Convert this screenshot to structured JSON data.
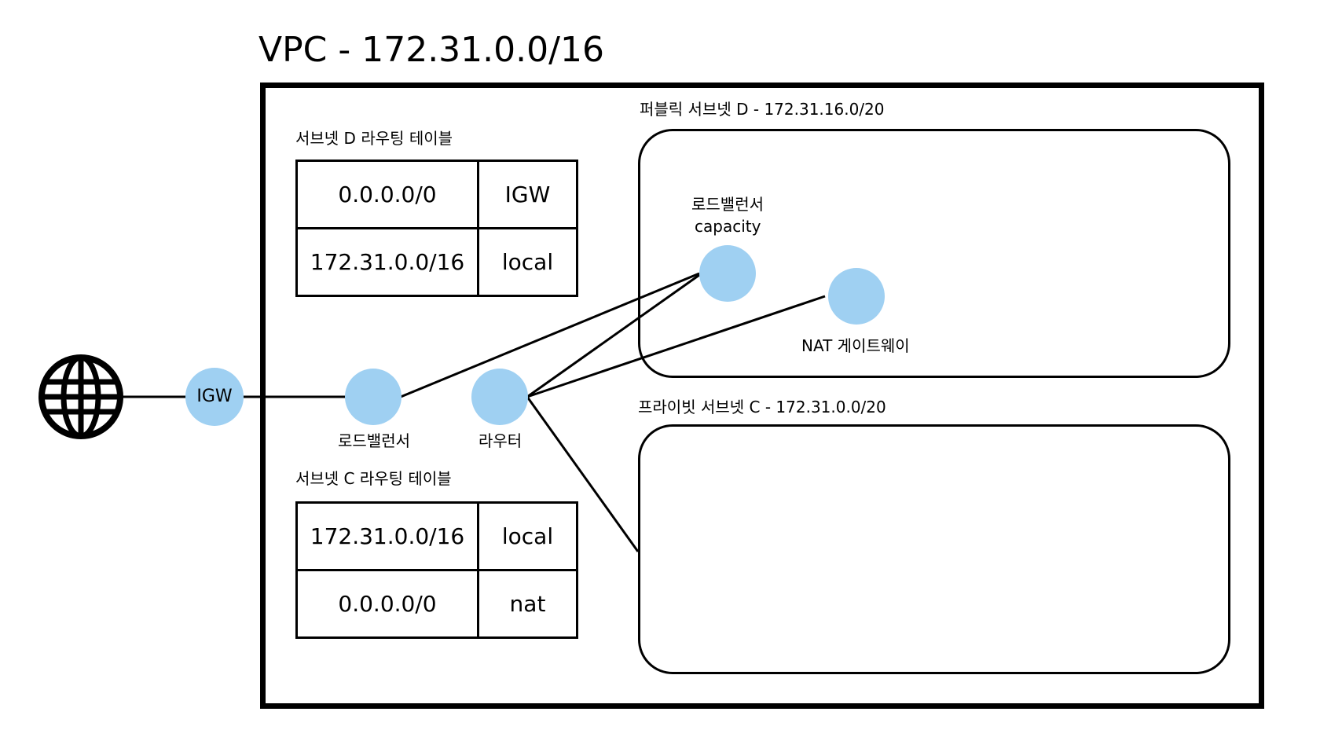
{
  "vpc": {
    "title": "VPC - 172.31.0.0/16"
  },
  "public_subnet": {
    "label": "퍼블릭 서브넷 D - 172.31.16.0/20"
  },
  "private_subnet": {
    "label": "프라이빗 서브넷 C - 172.31.0.0/20"
  },
  "route_table_d": {
    "title": "서브넷 D 라우팅 테이블",
    "rows": [
      {
        "destination": "0.0.0.0/0",
        "target": "IGW"
      },
      {
        "destination": "172.31.0.0/16",
        "target": "local"
      }
    ]
  },
  "route_table_c": {
    "title": "서브넷 C 라우팅 테이블",
    "rows": [
      {
        "destination": "172.31.0.0/16",
        "target": "local"
      },
      {
        "destination": "0.0.0.0/0",
        "target": "nat"
      }
    ]
  },
  "nodes": {
    "igw": "IGW",
    "load_balancer": "로드밸런서",
    "router": "라우터",
    "lb_capacity_line1": "로드밸런서",
    "lb_capacity_line2": "capacity",
    "nat_gateway": "NAT 게이트웨이"
  },
  "colors": {
    "node_fill": "#9fd0f2",
    "stroke": "#000000"
  },
  "icons": {
    "internet": "globe-icon"
  }
}
